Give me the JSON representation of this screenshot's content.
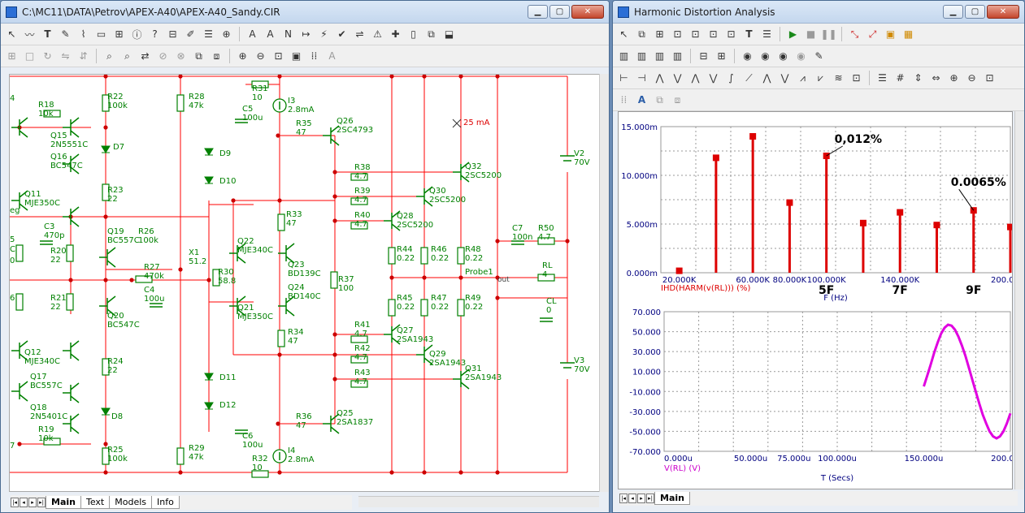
{
  "left_window": {
    "title": "C:\\MC11\\DATA\\Petrov\\APEX-A40\\APEX-A40_Sandy.CIR",
    "tabs": [
      "Main",
      "Text",
      "Models",
      "Info"
    ],
    "active_tab": "Main"
  },
  "right_window": {
    "title": "Harmonic Distortion Analysis",
    "tabs": [
      "Main"
    ],
    "active_tab": "Main"
  },
  "schematic": {
    "components": [
      {
        "ref": "R18",
        "val": "10k"
      },
      {
        "ref": "Q15",
        "val": "2N5551C"
      },
      {
        "ref": "Q16",
        "val": "BC547C"
      },
      {
        "ref": "R22",
        "val": "100k"
      },
      {
        "ref": "D7",
        "val": ""
      },
      {
        "ref": "R23",
        "val": "22"
      },
      {
        "ref": "Q11",
        "val": "MJE350C"
      },
      {
        "ref": "C3",
        "val": "470p"
      },
      {
        "ref": "Q19",
        "val": "BC557C"
      },
      {
        "ref": "R26",
        "val": "100k"
      },
      {
        "ref": "R20",
        "val": "22"
      },
      {
        "ref": "R21",
        "val": "22"
      },
      {
        "ref": "R27",
        "val": "470k"
      },
      {
        "ref": "C4",
        "val": "100u"
      },
      {
        "ref": "Q20",
        "val": "BC547C"
      },
      {
        "ref": "Q12",
        "val": "MJE340C"
      },
      {
        "ref": "Q17",
        "val": "BC557C"
      },
      {
        "ref": "Q18",
        "val": "2N5401C"
      },
      {
        "ref": "R19",
        "val": "10k"
      },
      {
        "ref": "R24",
        "val": "22"
      },
      {
        "ref": "D8",
        "val": ""
      },
      {
        "ref": "R25",
        "val": "100k"
      },
      {
        "ref": "R28",
        "val": "47k"
      },
      {
        "ref": "D9",
        "val": ""
      },
      {
        "ref": "D10",
        "val": ""
      },
      {
        "ref": "X1",
        "val": "51.2"
      },
      {
        "ref": "D11",
        "val": ""
      },
      {
        "ref": "D12",
        "val": ""
      },
      {
        "ref": "R29",
        "val": "47k"
      },
      {
        "ref": "R31",
        "val": "10"
      },
      {
        "ref": "C5",
        "val": "100u"
      },
      {
        "ref": "I3",
        "val": "2.8mA"
      },
      {
        "ref": "R35",
        "val": "47"
      },
      {
        "ref": "Q26",
        "val": "2SC4793"
      },
      {
        "ref": "R33",
        "val": "47"
      },
      {
        "ref": "Q22",
        "val": "MJE340C"
      },
      {
        "ref": "Q23",
        "val": "BD139C"
      },
      {
        "ref": "Q24",
        "val": "BD140C"
      },
      {
        "ref": "R30",
        "val": "58.8"
      },
      {
        "ref": "Q21",
        "val": "MJE350C"
      },
      {
        "ref": "R34",
        "val": "47"
      },
      {
        "ref": "R37",
        "val": "100"
      },
      {
        "ref": "C6",
        "val": "100u"
      },
      {
        "ref": "I4",
        "val": "2.8mA"
      },
      {
        "ref": "R32",
        "val": "10"
      },
      {
        "ref": "R36",
        "val": "47"
      },
      {
        "ref": "Q25",
        "val": "2SA1837"
      },
      {
        "ref": "R38",
        "val": "4.7"
      },
      {
        "ref": "R39",
        "val": "4.7"
      },
      {
        "ref": "R40",
        "val": "4.7"
      },
      {
        "ref": "R41",
        "val": "4.7"
      },
      {
        "ref": "R42",
        "val": "4.7"
      },
      {
        "ref": "R43",
        "val": "4.7"
      },
      {
        "ref": "Q28",
        "val": "2SC5200"
      },
      {
        "ref": "Q30",
        "val": "2SC5200"
      },
      {
        "ref": "Q32",
        "val": "2SC5200"
      },
      {
        "ref": "Q27",
        "val": "2SA1943"
      },
      {
        "ref": "Q29",
        "val": "2SA1943"
      },
      {
        "ref": "Q31",
        "val": "2SA1943"
      },
      {
        "ref": "R44",
        "val": "0.22"
      },
      {
        "ref": "R45",
        "val": "0.22"
      },
      {
        "ref": "R46",
        "val": "0.22"
      },
      {
        "ref": "R47",
        "val": "0.22"
      },
      {
        "ref": "R48",
        "val": "0.22"
      },
      {
        "ref": "R49",
        "val": "0.22"
      },
      {
        "ref": "C7",
        "val": "100n"
      },
      {
        "ref": "R50",
        "val": "4.7"
      },
      {
        "ref": "RL",
        "val": "4"
      },
      {
        "ref": "CL",
        "val": "0"
      },
      {
        "ref": "V2",
        "val": "70V"
      },
      {
        "ref": "V3",
        "val": "70V"
      }
    ],
    "annotations": {
      "probe": "Probe1",
      "out": "out",
      "current": "25 mA",
      "left_edge_labels": [
        "4",
        "eg",
        "5",
        "C",
        "0",
        "6",
        "7"
      ]
    }
  },
  "chart_data": [
    {
      "type": "bar",
      "title": "APEX-A40_Sandy.CIR",
      "xlabel": "F (Hz)",
      "ylabel": "IHD(HARM(v(RL))) (%)",
      "x_ticks": [
        "20.000K",
        "60.000K",
        "80.000K",
        "100.000K",
        "140.000K",
        "200.000K"
      ],
      "y_ticks": [
        "0.000m",
        "5.000m",
        "10.000m",
        "15.000m"
      ],
      "xlim": [
        10000,
        200000
      ],
      "ylim": [
        0,
        0.015
      ],
      "x": [
        20000,
        40000,
        60000,
        80000,
        100000,
        120000,
        140000,
        160000,
        180000,
        200000
      ],
      "values": [
        0.0002,
        0.0118,
        0.014,
        0.0072,
        0.012,
        0.0051,
        0.0062,
        0.0049,
        0.0064,
        0.0047
      ],
      "grid": true,
      "color": "#dd0000",
      "annotations": [
        {
          "text": "0,012%",
          "x": 100000,
          "y": 0.012
        },
        {
          "text": "0.0065%",
          "x": 180000,
          "y": 0.0064
        }
      ],
      "harmonic_labels": [
        {
          "text": "5F",
          "x": 100000
        },
        {
          "text": "7F",
          "x": 140000
        },
        {
          "text": "9F",
          "x": 180000
        }
      ]
    },
    {
      "type": "line",
      "xlabel": "T (Secs)",
      "ylabel": "V(RL) (V)",
      "x_ticks": [
        "0.000u",
        "50.000u",
        "75.000u",
        "100.000u",
        "150.000u",
        "200.000u"
      ],
      "y_ticks": [
        "-70.000",
        "-50.000",
        "-30.000",
        "-10.000",
        "10.000",
        "30.000",
        "50.000",
        "70.000"
      ],
      "xlim": [
        0,
        200
      ],
      "ylim": [
        -70,
        70
      ],
      "grid": true,
      "color": "#e000e0",
      "series": [
        {
          "x": [
            150,
            152,
            154,
            156,
            158,
            160,
            162,
            164,
            166,
            168,
            170,
            172,
            174,
            176,
            178,
            180,
            182,
            184,
            186,
            188,
            190,
            192,
            194,
            196,
            198,
            200
          ],
          "values": [
            -5,
            6,
            17,
            29,
            39,
            48,
            54,
            57,
            56,
            52,
            45,
            36,
            26,
            14,
            2,
            -10,
            -22,
            -33,
            -42,
            -50,
            -55,
            -57,
            -55,
            -50,
            -42,
            -32
          ]
        }
      ]
    }
  ],
  "colors": {
    "wire": "#ff0000",
    "component": "#008000",
    "node_dot": "#cc0000",
    "bar": "#dd0000",
    "waveform": "#e000e0",
    "axis_text": "#000080"
  }
}
